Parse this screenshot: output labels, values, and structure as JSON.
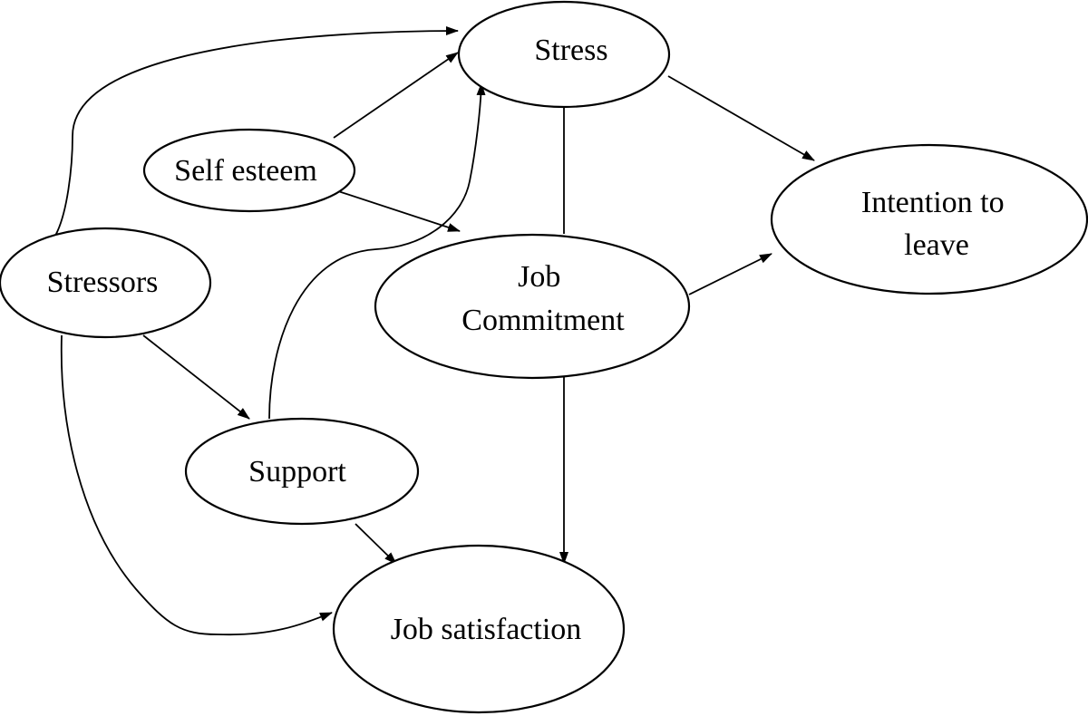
{
  "diagram": {
    "nodes": {
      "stress": {
        "lines": [
          "Stress"
        ]
      },
      "self_esteem": {
        "lines": [
          "Self esteem"
        ]
      },
      "intention": {
        "lines": [
          "Intention to",
          "leave"
        ]
      },
      "stressors": {
        "lines": [
          "Stressors"
        ]
      },
      "job_commitment": {
        "lines": [
          "Job",
          "Commitment"
        ]
      },
      "support": {
        "lines": [
          "Support"
        ]
      },
      "job_satisfaction": {
        "lines": [
          "Job satisfaction"
        ]
      }
    },
    "edges": [
      {
        "from": "stressors",
        "to": "stress",
        "directed": true
      },
      {
        "from": "self_esteem",
        "to": "stress",
        "directed": true
      },
      {
        "from": "self_esteem",
        "to": "job_commitment",
        "directed": true
      },
      {
        "from": "support",
        "to": "stress",
        "directed": true
      },
      {
        "from": "stress",
        "to": "intention",
        "directed": true
      },
      {
        "from": "stress",
        "to": "job_commitment",
        "directed": false
      },
      {
        "from": "job_commitment",
        "to": "intention",
        "directed": true
      },
      {
        "from": "stressors",
        "to": "support",
        "directed": true
      },
      {
        "from": "stressors",
        "to": "job_satisfaction",
        "directed": true
      },
      {
        "from": "support",
        "to": "job_satisfaction",
        "directed": true
      },
      {
        "from": "job_commitment",
        "to": "job_satisfaction",
        "directed": true
      }
    ]
  }
}
